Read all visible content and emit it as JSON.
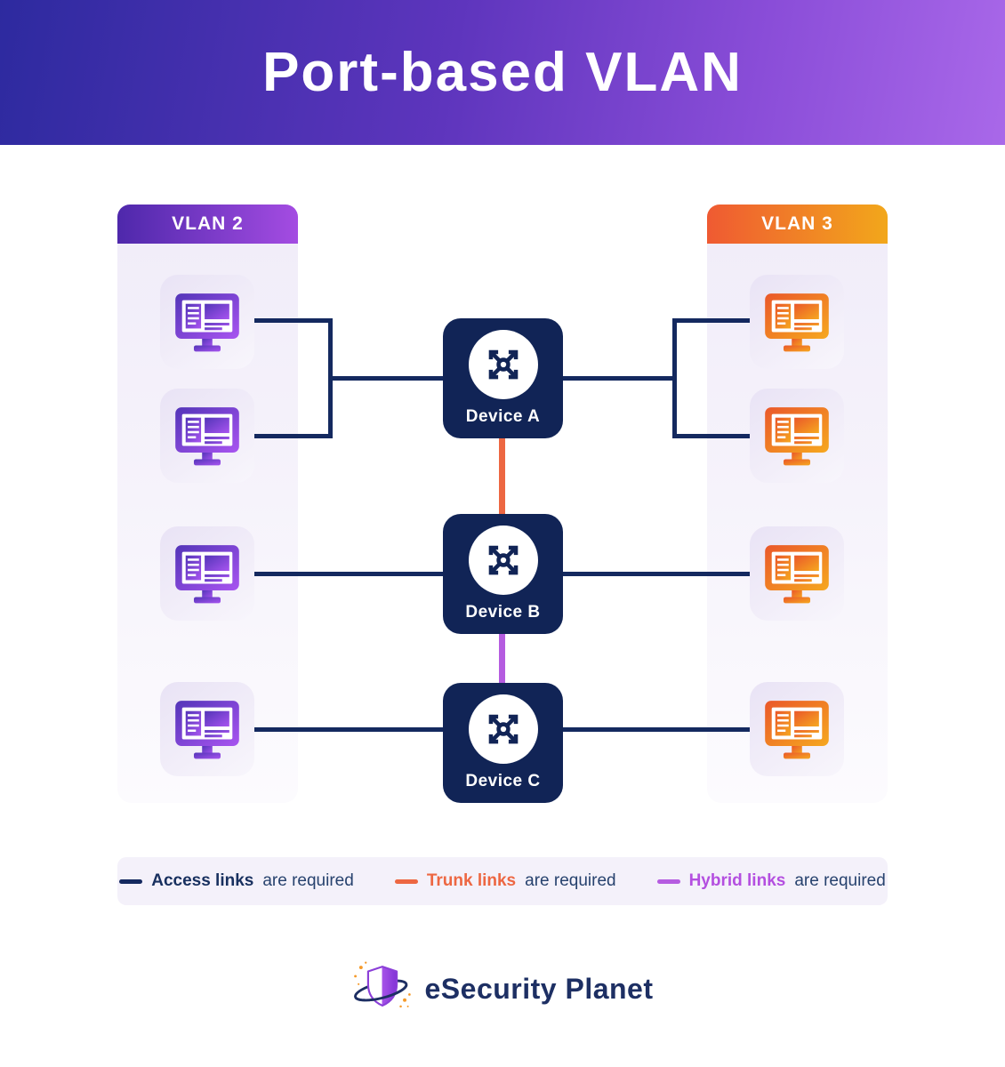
{
  "header": {
    "title": "Port-based VLAN"
  },
  "columns": {
    "vlan2": {
      "label": "VLAN 2",
      "computer_count": 4,
      "accent_start": "#4e28ab",
      "accent_end": "#a44ce2"
    },
    "vlan3": {
      "label": "VLAN 3",
      "computer_count": 4,
      "accent_start": "#ef5a32",
      "accent_end": "#f2a71b"
    }
  },
  "devices": [
    {
      "label": "Device A"
    },
    {
      "label": "Device B"
    },
    {
      "label": "Device C"
    }
  ],
  "links": {
    "access_color": "#14295f",
    "trunk_color": "#ed6742",
    "hybrid_color": "#b55ce0"
  },
  "legend": {
    "items": [
      {
        "label": "Access links",
        "suffix": "are required",
        "color": "#14295f"
      },
      {
        "label": "Trunk links",
        "suffix": "are required",
        "color": "#ed6742"
      },
      {
        "label": "Hybrid links",
        "suffix": "are required",
        "color": "#b55ce0"
      }
    ]
  },
  "footer": {
    "brand": "eSecurity Planet"
  }
}
